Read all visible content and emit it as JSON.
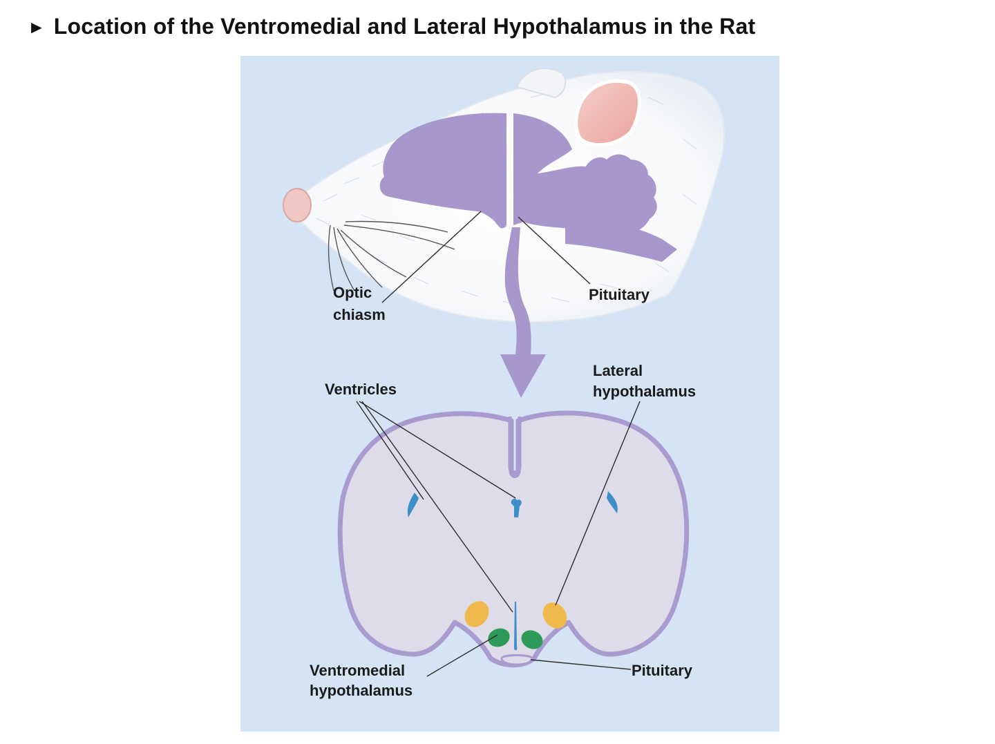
{
  "title": {
    "bullet": "►",
    "text": "Location of the Ventromedial and Lateral Hypothalamus in the Rat"
  },
  "labels": {
    "optic_chiasm": [
      "Optic",
      "chiasm"
    ],
    "pituitary_top": "Pituitary",
    "ventricles": "Ventricles",
    "lateral_hypothalamus": [
      "Lateral",
      "hypothalamus"
    ],
    "ventromedial_hypothalamus": [
      "Ventromedial",
      "hypothalamus"
    ],
    "pituitary_bottom": "Pituitary"
  },
  "colors": {
    "panel_background": "#d4e4f4",
    "brain": "#a797cc",
    "brain_outline": "#a99bcf",
    "section_fill": "#dddce8",
    "ventricle": "#3d8fc9",
    "lateral_hypothalamus": "#f0b94d",
    "ventromedial_hypothalamus": "#2e9a59",
    "ear": "#f0b7b2",
    "nose": "#f2c6c2"
  }
}
